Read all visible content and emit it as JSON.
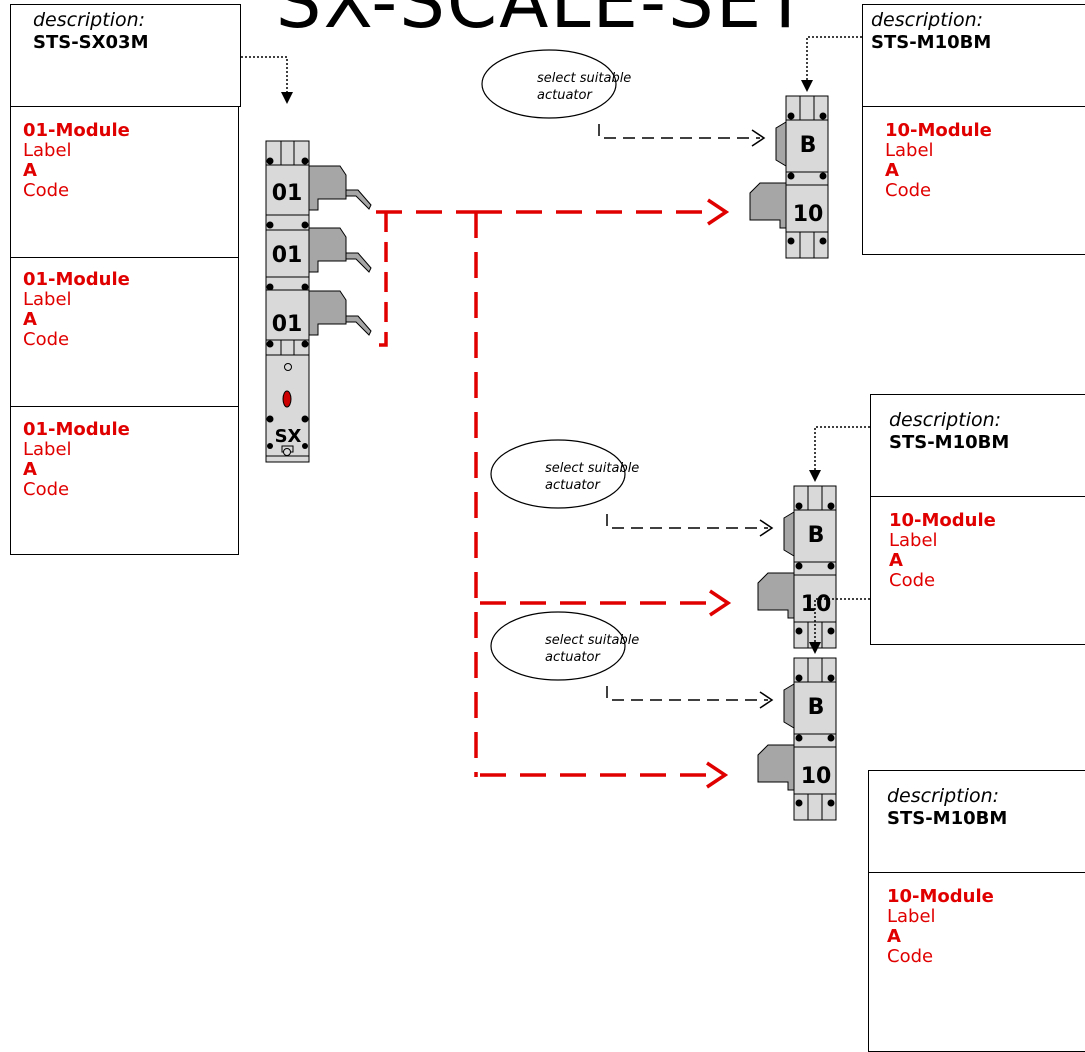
{
  "title": "SX-SCALE-SET",
  "main_set": {
    "description_label": "description:",
    "description_code": "STS-SX03M",
    "modules": [
      {
        "title": "01-Module",
        "label": "Label",
        "letter": "A",
        "code": "Code"
      },
      {
        "title": "01-Module",
        "label": "Label",
        "letter": "A",
        "code": "Code"
      },
      {
        "title": "01-Module",
        "label": "Label",
        "letter": "A",
        "code": "Code"
      }
    ],
    "device_labels": [
      "01",
      "01",
      "01",
      "SX"
    ]
  },
  "sub_sets": [
    {
      "description_label": "description:",
      "description_code": "STS-M10BM",
      "module": {
        "title": "10-Module",
        "label": "Label",
        "letter": "A",
        "code": "Code"
      },
      "note": [
        "select suitable",
        "actuator"
      ],
      "device_labels": [
        "B",
        "10"
      ]
    },
    {
      "description_label": "description:",
      "description_code": "STS-M10BM",
      "module": {
        "title": "10-Module",
        "label": "Label",
        "letter": "A",
        "code": "Code"
      },
      "note": [
        "select suitable",
        "actuator"
      ],
      "device_labels": [
        "B",
        "10"
      ]
    },
    {
      "description_label": "description:",
      "description_code": "STS-M10BM",
      "module": {
        "title": "10-Module",
        "label": "Label",
        "letter": "A",
        "code": "Code"
      },
      "note": [
        "select suitable",
        "actuator"
      ],
      "device_labels": [
        "B",
        "10"
      ]
    }
  ],
  "colors": {
    "accent": "#e00000",
    "device_fill": "#d9d9d9",
    "plug_fill": "#a6a6a6",
    "led": "#cc0000"
  }
}
